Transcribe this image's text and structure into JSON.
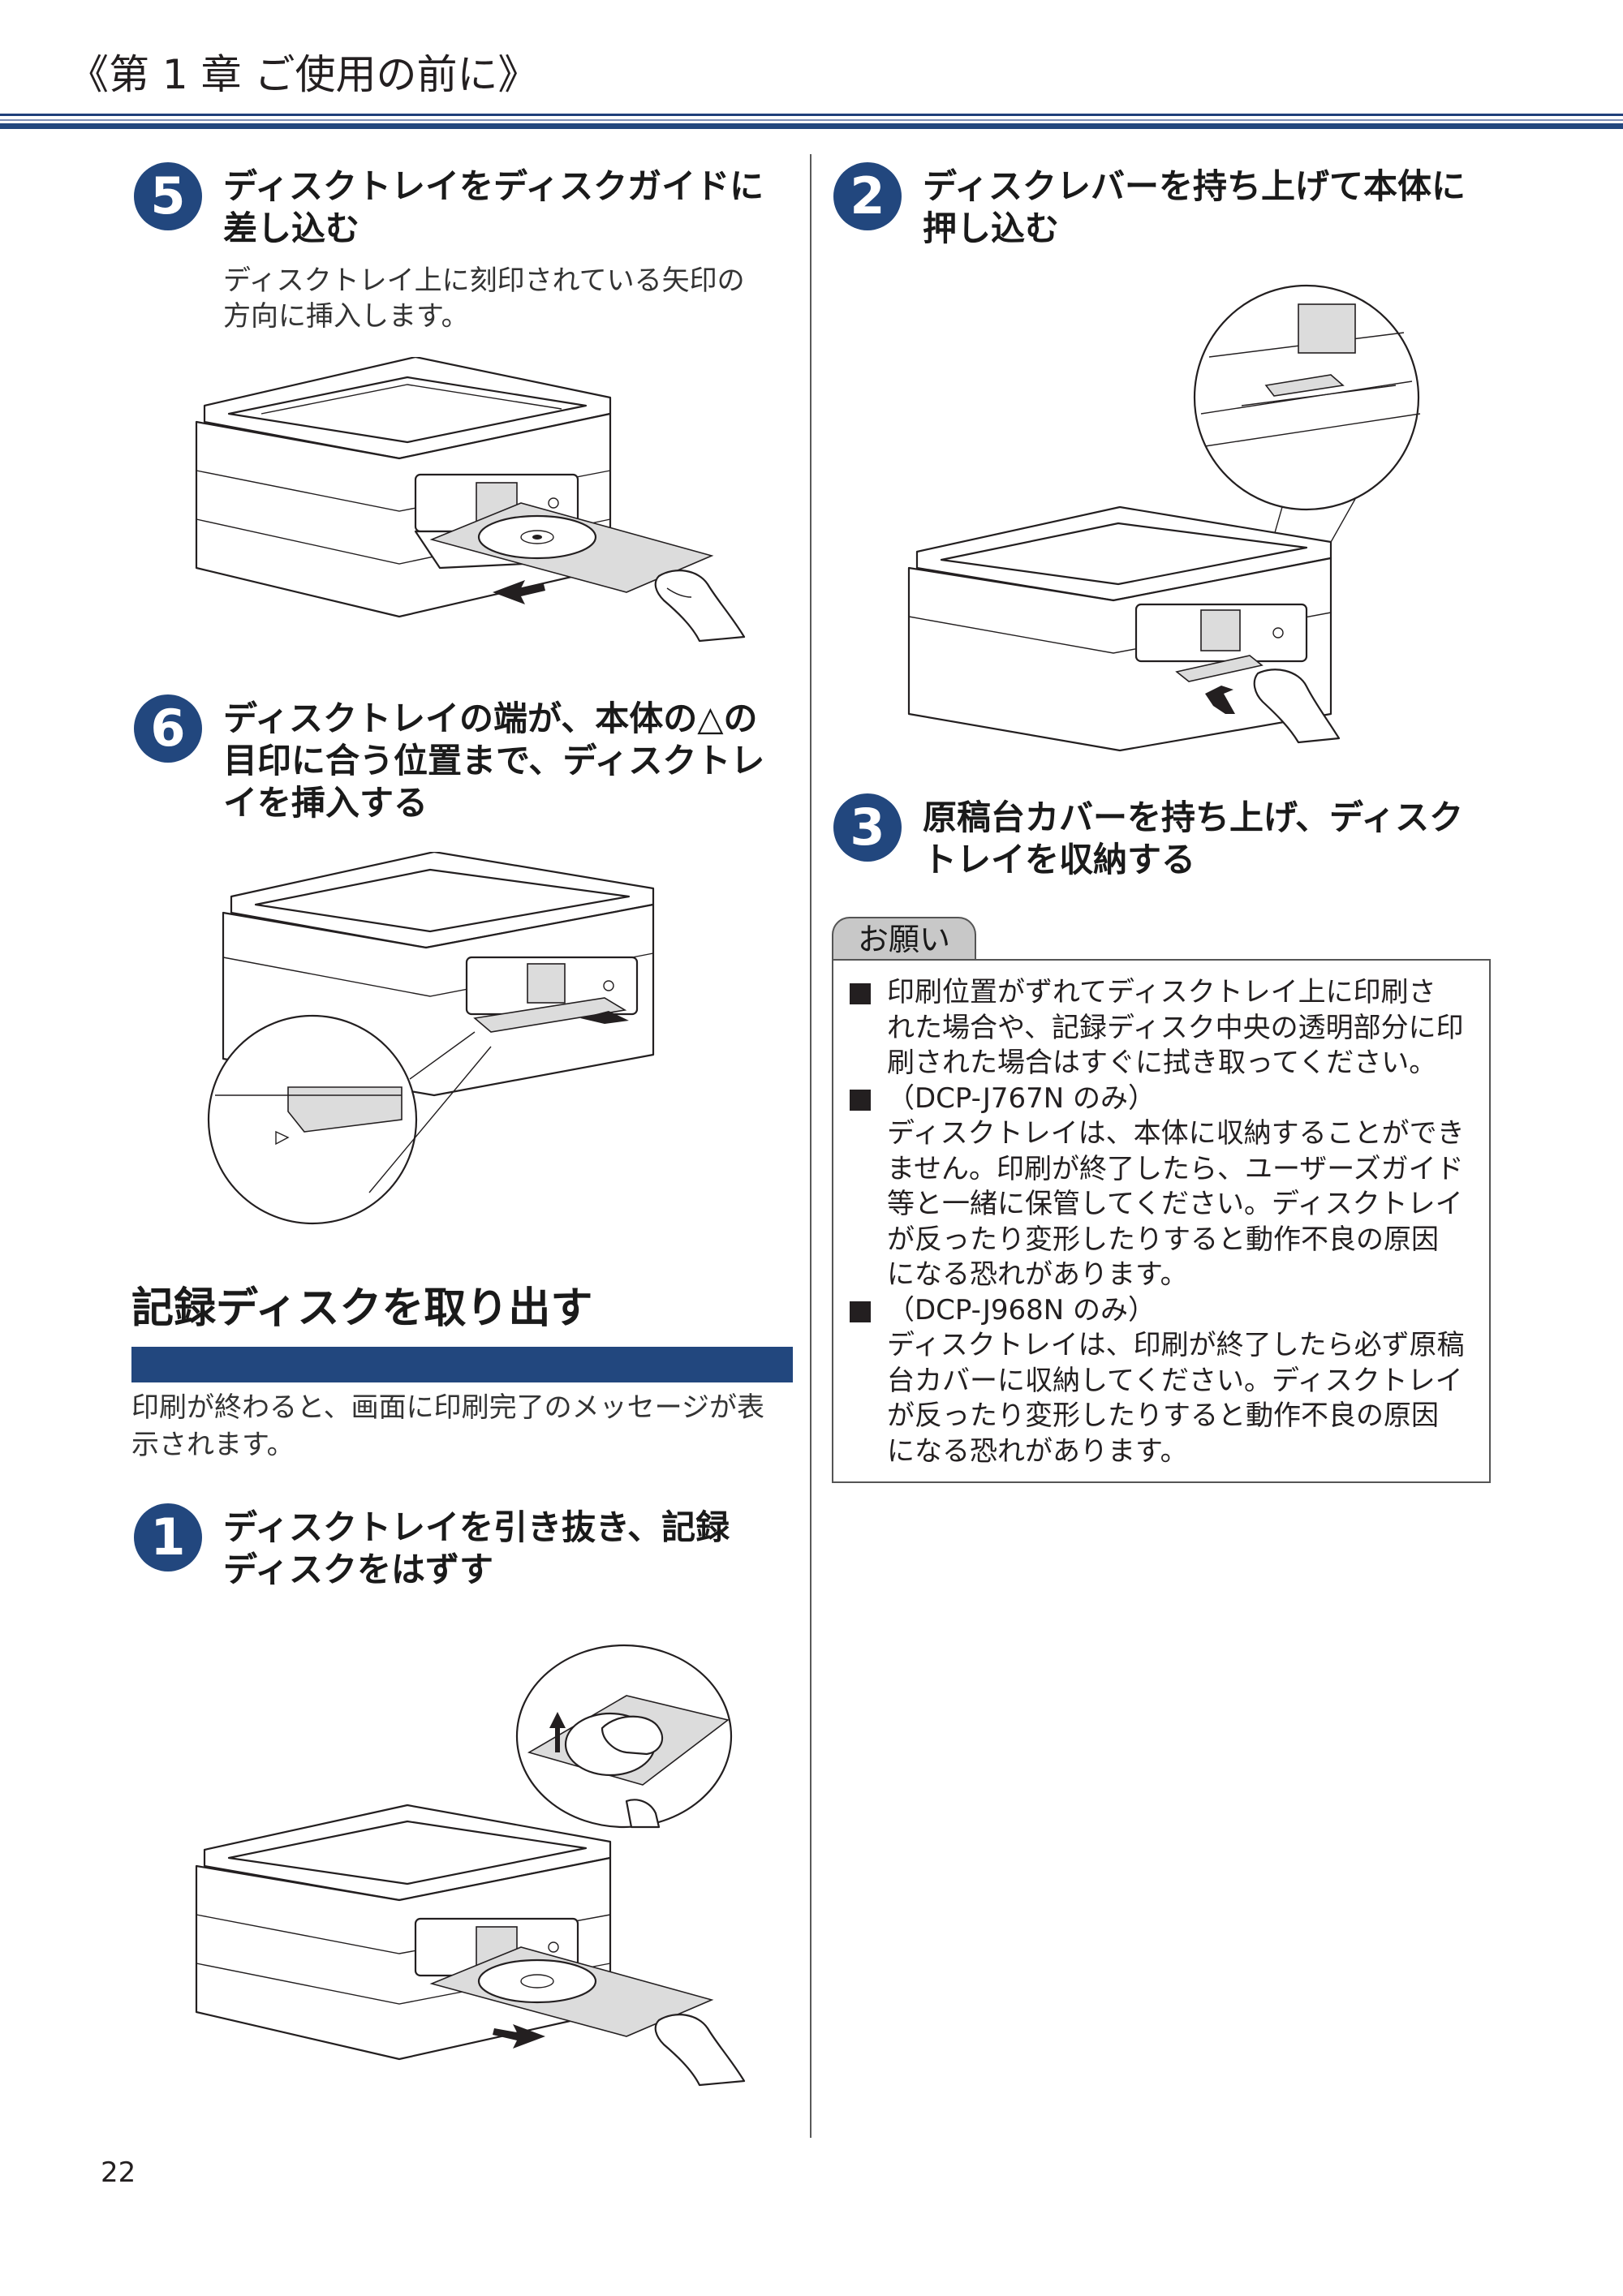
{
  "header": {
    "chapter_title": "《第 1 章 ご使用の前に》"
  },
  "steps_left": [
    {
      "number": "5",
      "title": "ディスクトレイをディスクガイドに\n差し込む",
      "description": "ディスクトレイ上に刻印されている矢印の\n方向に挿入します。"
    },
    {
      "number": "6",
      "title": "ディスクトレイの端が、本体の△の\n目印に合う位置まで、ディスクトレ\nイを挿入する"
    }
  ],
  "section": {
    "title": "記録ディスクを取り出す",
    "text": "印刷が終わると、画面に印刷完了のメッセージが表\n示されます。"
  },
  "steps_removal": [
    {
      "number": "1",
      "title": "ディスクトレイを引き抜き、記録\nディスクをはずす"
    },
    {
      "number": "2",
      "title": "ディスクレバーを持ち上げて本体に\n押し込む"
    },
    {
      "number": "3",
      "title": "原稿台カバーを持ち上げ、ディスク\nトレイを収納する"
    }
  ],
  "note": {
    "label": "お願い",
    "items": [
      "印刷位置がずれてディスクトレイ上に印刷さ\nれた場合や、記録ディスク中央の透明部分に印\n刷された場合はすぐに拭き取ってください。",
      "（DCP-J767N のみ）\nディスクトレイは、本体に収納することができ\nません。印刷が終了したら、ユーザーズガイド\n等と一緒に保管してください。ディスクトレイ\nが反ったり変形したりすると動作不良の原因\nになる恐れがあります。",
      "（DCP-J968N のみ）\nディスクトレイは、印刷が終了したら必ず原稿\n台カバーに収納してください。ディスクトレイ\nが反ったり変形したりすると動作不良の原因\nになる恐れがあります。"
    ]
  },
  "footer": {
    "page_number": "22"
  }
}
